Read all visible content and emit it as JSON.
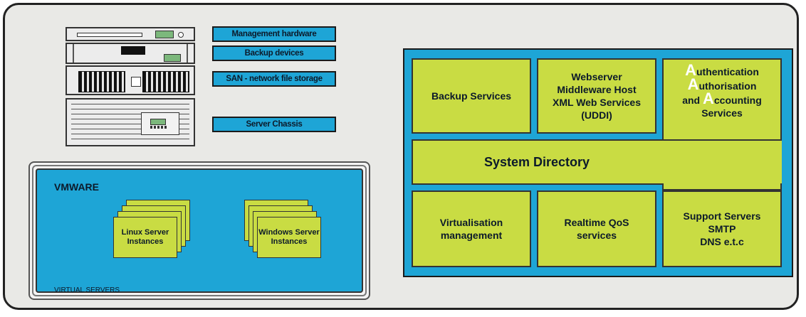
{
  "hardware": {
    "labels": [
      "Management hardware",
      "Backup devices",
      "SAN - network file storage",
      "Server Chassis"
    ]
  },
  "vmware": {
    "title": "VMWARE",
    "footer": "VIRTUAL SERVERS",
    "linux_label": "Linux Server Instances",
    "windows_label": "Windows Server Instances"
  },
  "services": {
    "backup": "Backup Services",
    "webserver": [
      "Webserver",
      "Middleware Host",
      "XML Web Services",
      "(UDDI)"
    ],
    "aaa": {
      "line1_letter": "A",
      "line1_rest": "uthentication",
      "line2_letter": "A",
      "line2_rest": "uthorisation",
      "line3_prefix": "and ",
      "line3_letter": "A",
      "line3_rest": "ccounting",
      "line4": "Services"
    },
    "directory": "System Directory",
    "virtualisation": [
      "Virtualisation",
      "management"
    ],
    "qos": [
      "Realtime QoS",
      "services"
    ],
    "support": [
      "Support Servers",
      "SMTP",
      "DNS e.t.c"
    ]
  },
  "colors": {
    "blue": "#1ea5d6",
    "green": "#c9dc43",
    "background": "#e9e9e6"
  }
}
